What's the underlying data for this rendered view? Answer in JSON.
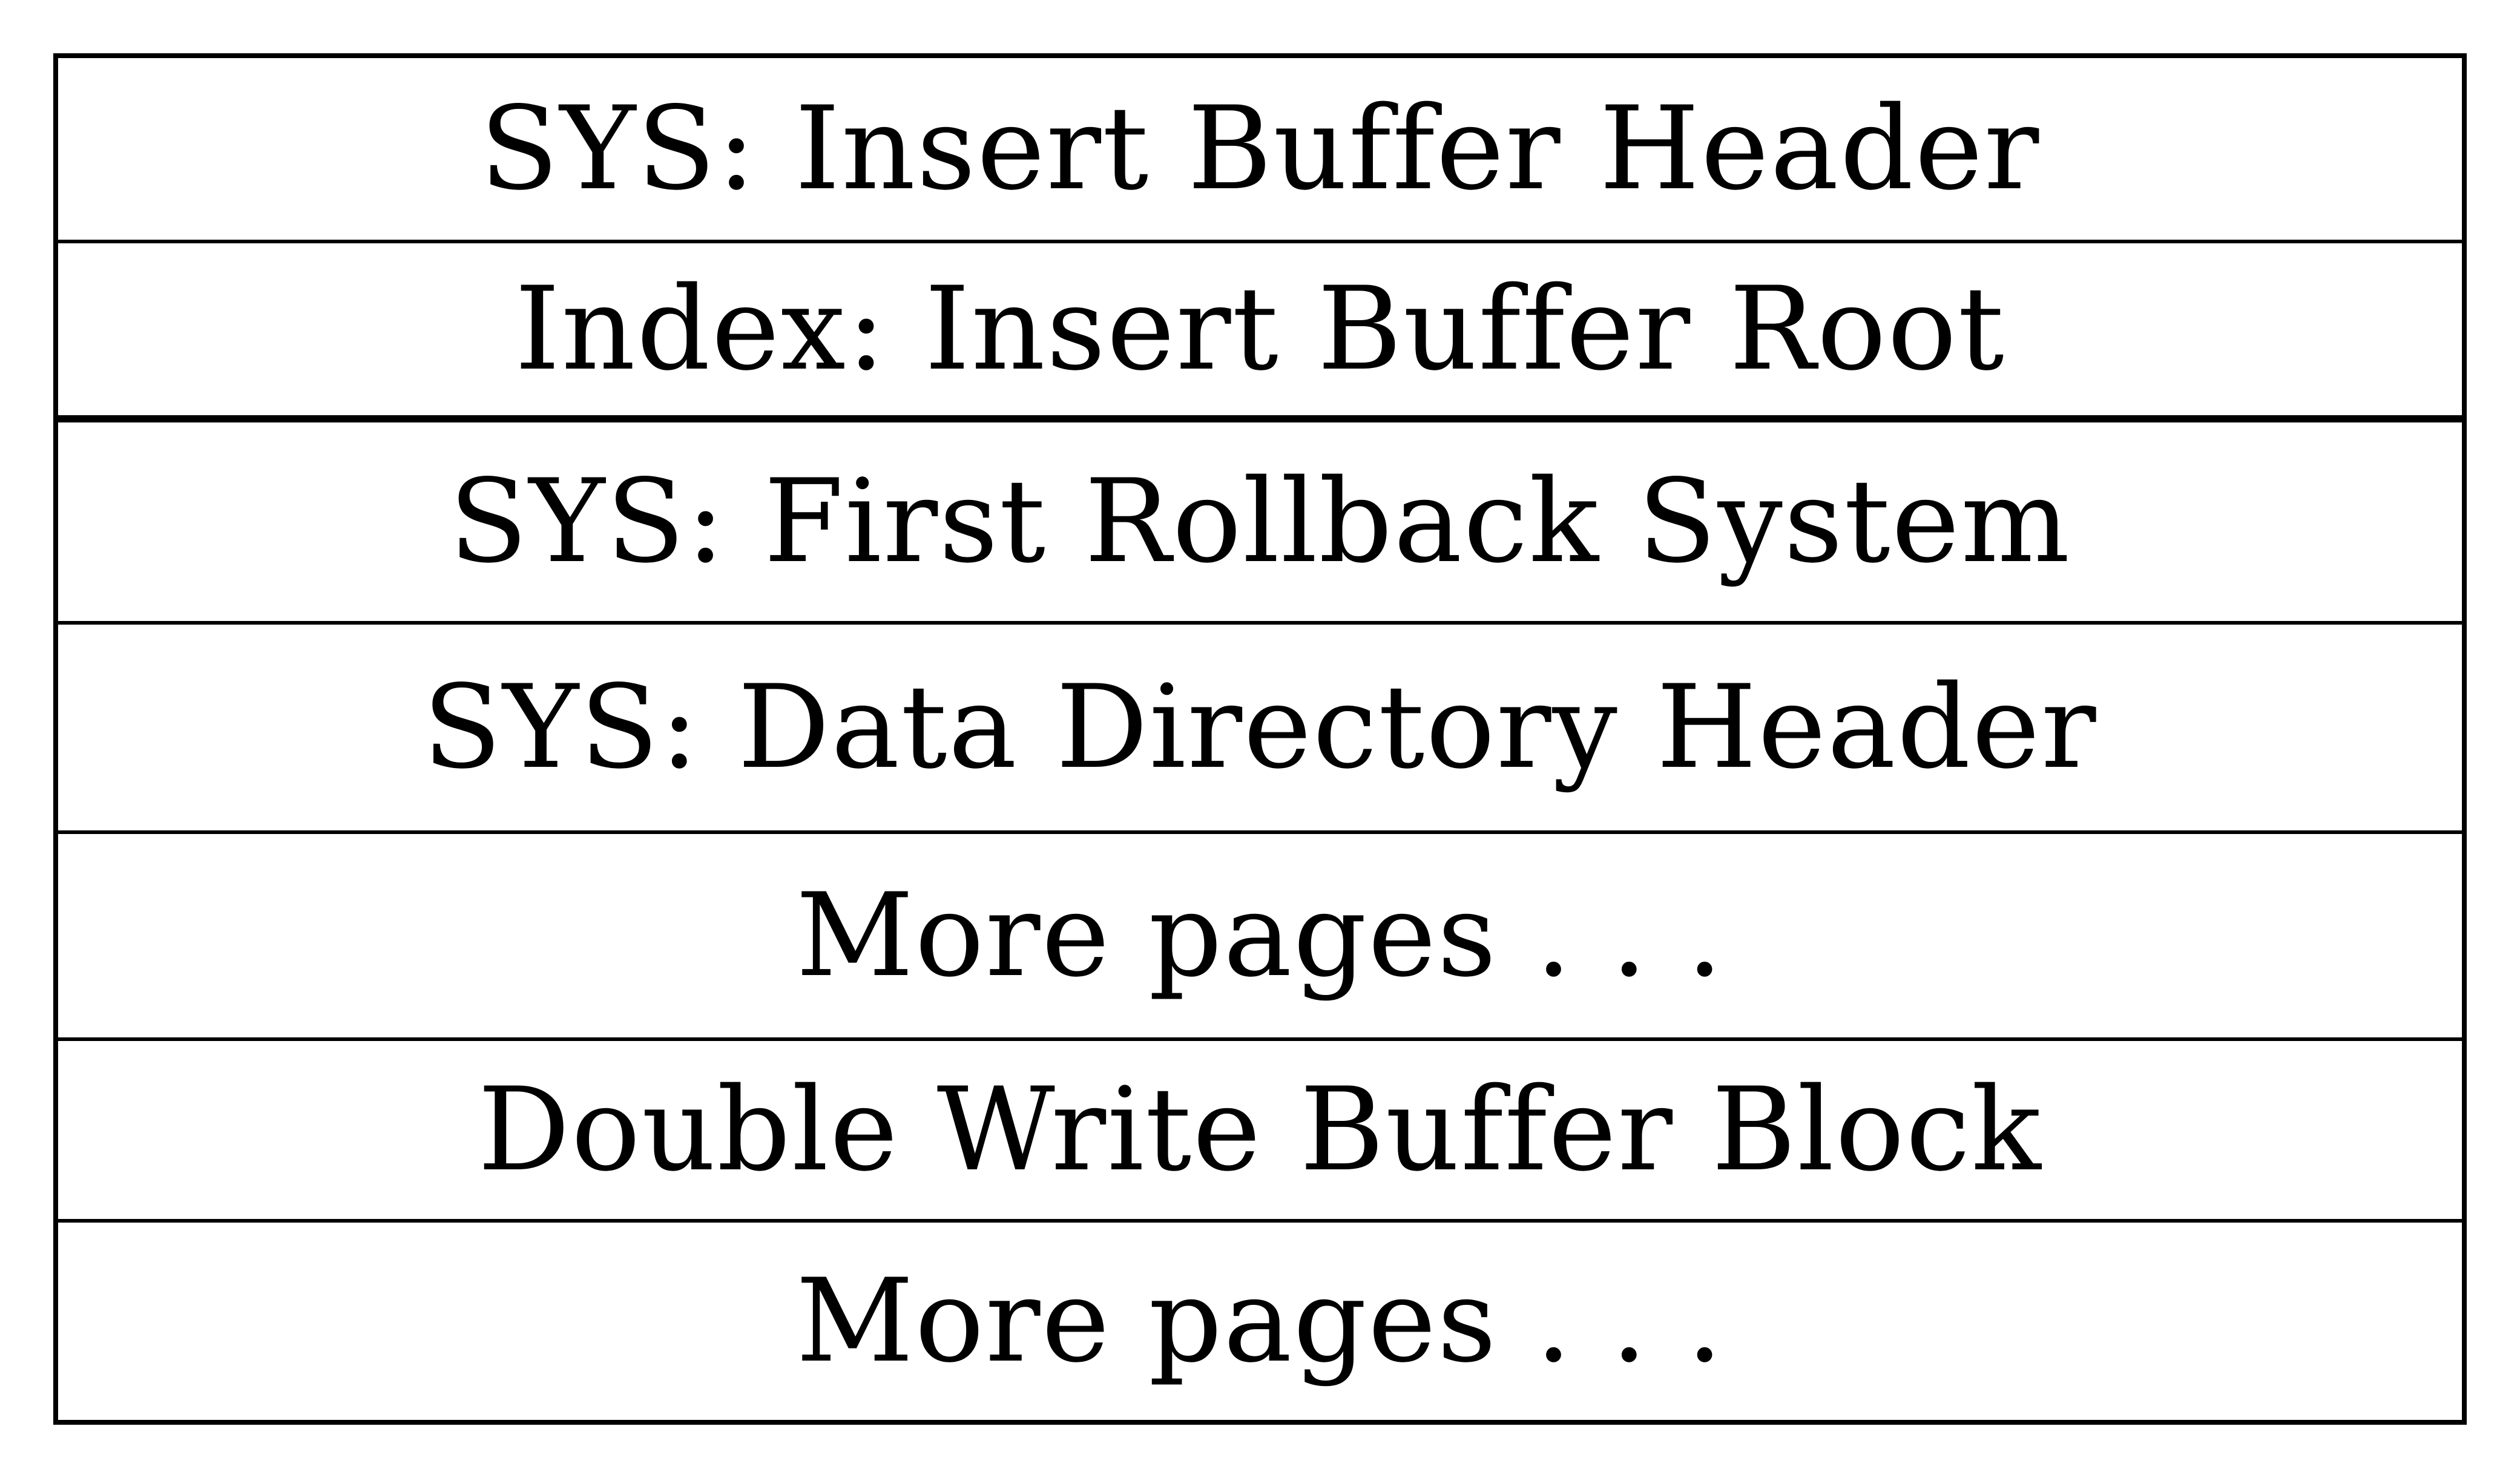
{
  "diagram": {
    "rows": [
      {
        "label": "SYS: Insert Buffer Header"
      },
      {
        "label": "Index: Insert Buffer Root"
      },
      {
        "label": "SYS: First Rollback System"
      },
      {
        "label": "SYS: Data Directory Header"
      },
      {
        "label": "More pages . . ."
      },
      {
        "label": "Double Write Buffer Block"
      },
      {
        "label": "More pages . . ."
      }
    ]
  }
}
